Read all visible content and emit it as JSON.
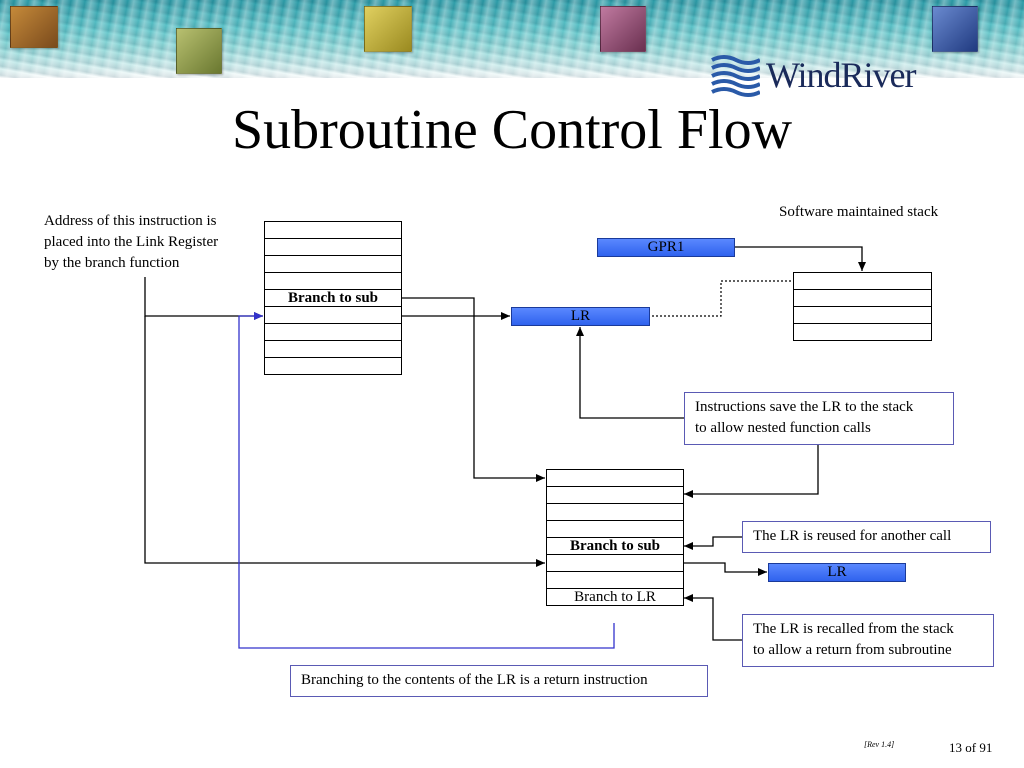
{
  "title": "Subroutine Control Flow",
  "logo_text": "WindRiver",
  "notes": {
    "address_note": [
      "Address of this instruction is",
      "placed into the Link Register",
      "by the branch function"
    ],
    "stack_label": "Software maintained stack",
    "save_note": [
      "Instructions save the LR to the stack",
      "to allow nested function calls"
    ],
    "reuse_note": "The LR is reused for another call",
    "recall_note": [
      "The LR is recalled from the stack",
      "to allow a return from subroutine"
    ],
    "return_note": "Branching to the contents of the LR is a return instruction"
  },
  "registers": {
    "gpr1": "GPR1",
    "lr_top": "LR",
    "lr_bottom": "LR"
  },
  "memory": {
    "caller_branch": "Branch to sub",
    "sub_branch": "Branch to sub",
    "sub_return": "Branch to LR"
  },
  "footer": {
    "revision": "[Rev 1.4]",
    "page": "13 of 91"
  },
  "colors": {
    "register_fill": "#3b6cf0",
    "return_path": "#3333cc",
    "note_border": "#5a5ab4"
  }
}
